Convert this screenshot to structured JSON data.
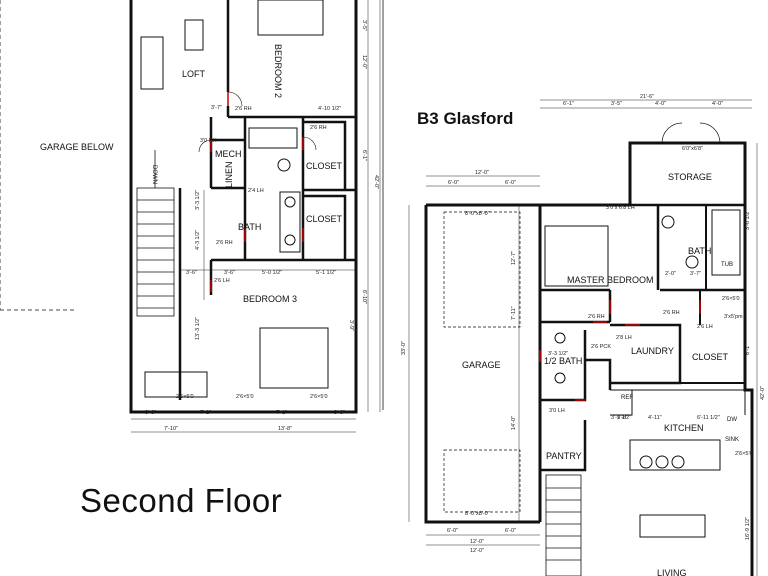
{
  "plan_title": "B3 Glasford",
  "floor_label": "Second Floor",
  "rooms": {
    "garage_below": "GARAGE BELOW",
    "loft": "LOFT",
    "bedroom2": "BEDROOM 2",
    "mech": "MECH",
    "closet_a": "CLOSET",
    "closet_b": "CLOSET",
    "linen": "LINEN",
    "bath_upper": "BATH",
    "bedroom3": "BEDROOM 3",
    "storage": "STORAGE",
    "master_bedroom": "MASTER BEDROOM",
    "bath_main": "BATH",
    "tub": "TUB",
    "garage": "GARAGE",
    "half_bath": "1/2 BATH",
    "laundry": "LAUNDRY",
    "closet_c": "CLOSET",
    "ref": "REF",
    "kitchen": "KITCHEN",
    "sink": "SINK",
    "dw": "DW",
    "pantry": "PANTRY",
    "living": "LIVING",
    "down": "DOWN"
  },
  "door_labels": {
    "d1": "2'6 RH",
    "d2": "2'6 RH",
    "d3": "3'0 RH",
    "d4": "2'4 LH",
    "d5": "2'6 RH",
    "d6": "2'6 LH",
    "d7": "2'6 RH",
    "d8": "2'6 RH",
    "d9": "2'8 LH",
    "d10": "2'6 PCK",
    "d11": "3'0 LH",
    "d12": "2'6 LH",
    "d13": "6'0\"x6'8\"",
    "d14": "3'0 x 6'8 LH",
    "d15": "8'-0\"x8'-0\"",
    "d16": "8'-0\"x8'-0\"",
    "d17": "2'6×5'0",
    "d18": "2'6×5'0",
    "d19": "2'6×5'0",
    "d20": "2'6×5'0",
    "d21": "3'x5'pm",
    "d22": "2'6×5'0"
  },
  "dimensions": {
    "left_bottom": [
      "3'-8\"",
      "7'-1\"",
      "7'-1\"",
      "3'-8\""
    ],
    "left_bottom2": [
      "7'-10\"",
      "13'-8\""
    ],
    "left_mid": [
      "3'-6\"",
      "5'-0 1/2\"",
      "5'-1 1/2\"",
      "3'-6\""
    ],
    "left_side": [
      "3'-3 1/2\"",
      "4'-3 1/2\"",
      "13'-3 1/2\"",
      "3'-7\"",
      "4'-10 1/2\"",
      "12'-0\"",
      "6'-1\"",
      "42'-0\"",
      "6'-10\"",
      "3'-9\"",
      "3'-5\""
    ],
    "right_top": [
      "21'-6\"",
      "6'-1\"",
      "3'-5\"",
      "4'-0\"",
      "4'-0\""
    ],
    "right_top2": [
      "12'-0\"",
      "6'-0\"",
      "6'-0\"",
      "12'-0\""
    ],
    "right_side": [
      "33'-0\"",
      "12'-7\"",
      "14'-0\"",
      "7'-11\"",
      "42'-0\"",
      "3'-0 1/2\"",
      "3'-3 1/2\"",
      "6'-1\"",
      "2'-0\"",
      "3'-7\""
    ],
    "right_bottom": [
      "6'-0\"",
      "6'-0\"",
      "12'-0\"",
      "3'-9 1/2\"",
      "1'-8\"",
      "4'-11\"",
      "6'-11 1/2\"",
      "16'-9 1/2\""
    ]
  }
}
